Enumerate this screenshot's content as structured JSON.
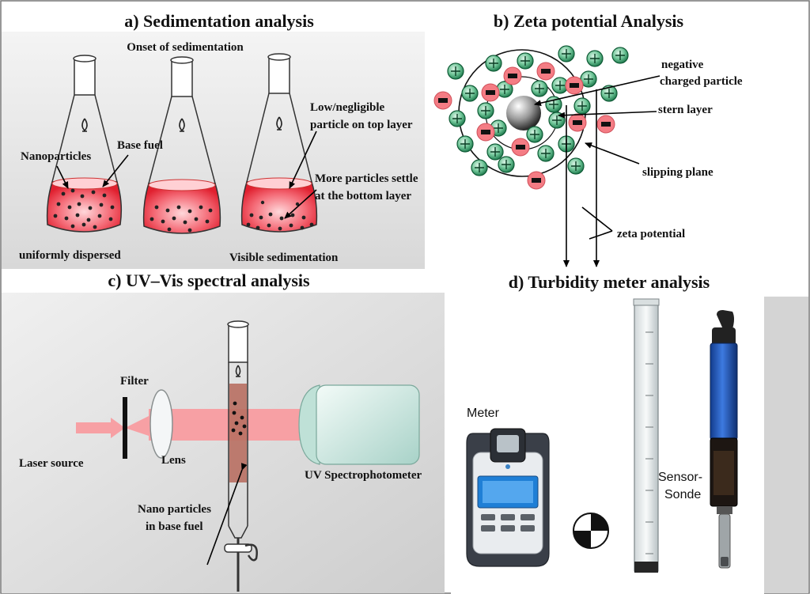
{
  "panels": {
    "a": {
      "title": "a) Sedimentation analysis",
      "onset": "Onset of sedimentation",
      "nanoparticles": "Nanoparticles",
      "base_fuel": "Base fuel",
      "low_line1": "Low/negligible",
      "low_line2": "particle on top layer",
      "more_line1": "More particles settle",
      "more_line2": "at the bottom layer",
      "uniform": "uniformly dispersed",
      "visible": "Visible sedimentation"
    },
    "b": {
      "title": "b) Zeta potential Analysis",
      "neg_line1": "negative",
      "neg_line2": "charged particle",
      "stern": "stern layer",
      "slipping": "slipping plane",
      "zeta": "zeta potential"
    },
    "c": {
      "title": "c) UV–Vis spectral analysis",
      "filter": "Filter",
      "laser": "Laser source",
      "lens": "Lens",
      "uv": "UV Spectrophotometer",
      "nano_line1": "Nano particles",
      "nano_line2": "in base fuel"
    },
    "d": {
      "title": "d) Turbidity meter analysis",
      "meter": "Meter",
      "sensor_line1": "Sensor-",
      "sensor_line2": "Sonde"
    }
  },
  "colors": {
    "liquid_red": "#ee3344",
    "negative_particle": "#f47c84",
    "positive_particle": "#1d8a55",
    "laser_beam": "#f7a0a4",
    "panel_bg": "#e4e4e4",
    "probe_blue": "#2155b8"
  }
}
